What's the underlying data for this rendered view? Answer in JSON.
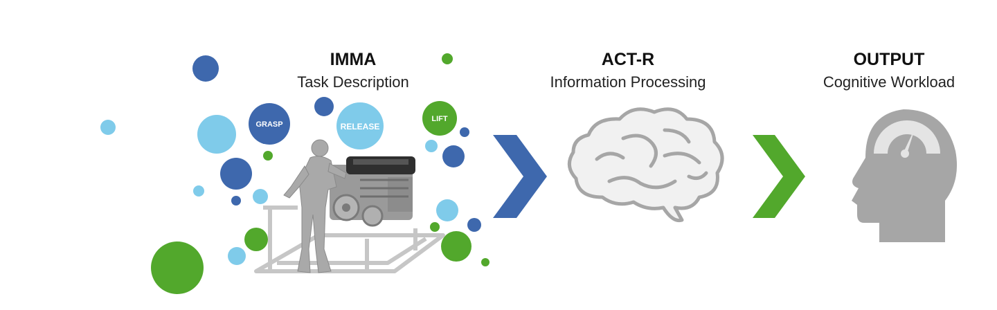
{
  "stages": [
    {
      "title": "IMMA",
      "subtitle": "Task Description"
    },
    {
      "title": "ACT-R",
      "subtitle": "Information Processing"
    },
    {
      "title": "OUTPUT",
      "subtitle": "Cognitive Workload"
    }
  ],
  "bubbles": {
    "grasp": "GRASP",
    "release": "RELEASE",
    "lift": "LIFT"
  },
  "colors": {
    "dark_blue": "#3e68ad",
    "light_blue": "#7fcbea",
    "green": "#52a82c",
    "gray": "#a6a6a6"
  },
  "icons": {
    "arrow1": "chevron-right-icon",
    "arrow2": "chevron-right-icon",
    "brain": "brain-icon",
    "head": "head-gauge-icon"
  }
}
